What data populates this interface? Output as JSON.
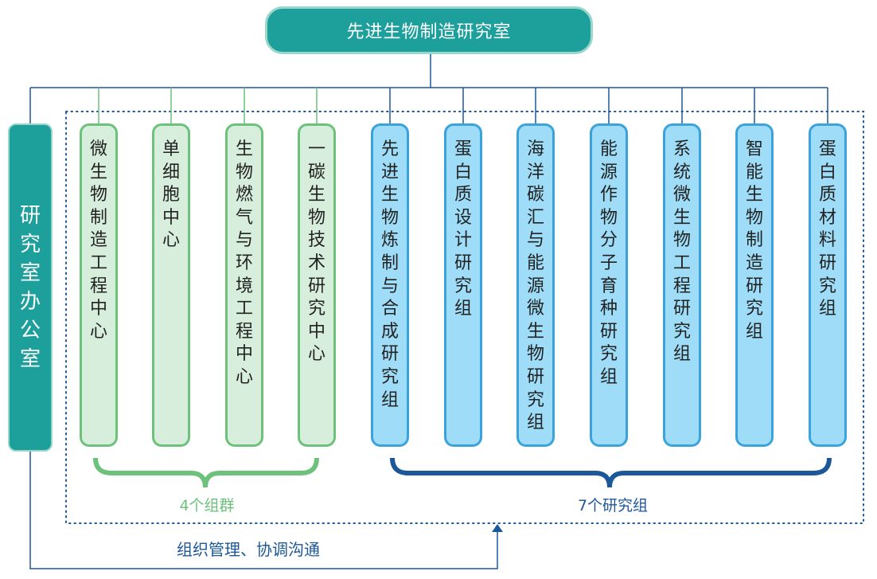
{
  "title": "先进生物制造研究室",
  "office": "研究室办公室",
  "groups": [
    {
      "label": "微生物制造工程中心"
    },
    {
      "label": "单细胞中心"
    },
    {
      "label": "生物燃气与环境工程中心"
    },
    {
      "label": "一碳生物技术研究中心"
    }
  ],
  "research_groups": [
    {
      "label": "先进生物炼制与合成研究组"
    },
    {
      "label": "蛋白质设计研究组"
    },
    {
      "label": "海洋碳汇与能源微生物研究组"
    },
    {
      "label": "能源作物分子育种研究组"
    },
    {
      "label": "系统微生物工程研究组"
    },
    {
      "label": "智能生物制造研究组"
    },
    {
      "label": "蛋白质材料研究组"
    }
  ],
  "group_summary": "4个组群",
  "research_summary": "7个研究组",
  "management_label": "组织管理、协调沟通",
  "colors": {
    "teal": "#1d9f9c",
    "teal_border": "#9ad6cc",
    "green": "#6cc27a",
    "green_fill": "#d8eedc",
    "blue_border": "#3aa3dc",
    "blue_fill": "#9edcf7",
    "navy": "#1c579a"
  }
}
